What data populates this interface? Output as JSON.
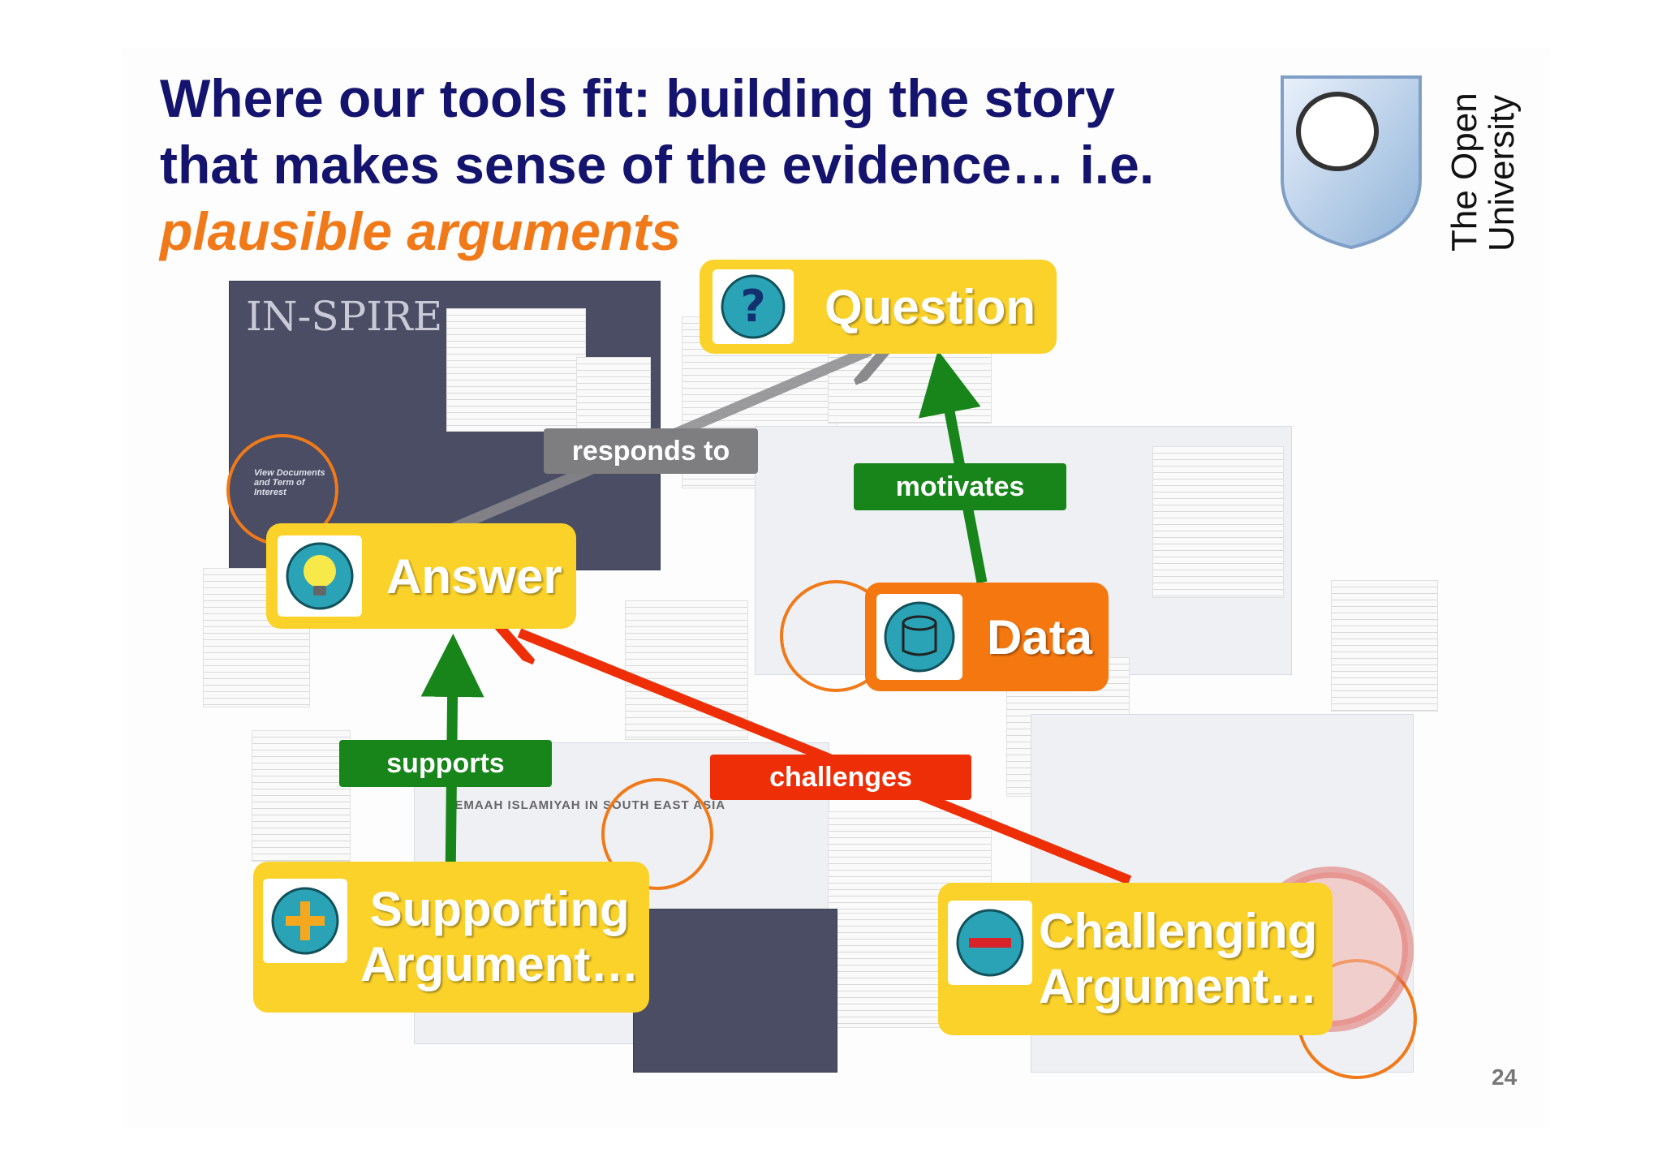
{
  "title": {
    "line1": "Where our tools fit: building the story",
    "line2": "that makes sense of the evidence… i.e.",
    "line3": "plausible arguments"
  },
  "logo": {
    "name_line1": "The Open",
    "name_line2": "University"
  },
  "nodes": {
    "question": {
      "label": "Question",
      "icon": "question-mark-icon"
    },
    "answer": {
      "label": "Answer",
      "icon": "lightbulb-icon"
    },
    "data": {
      "label": "Data",
      "icon": "database-icon"
    },
    "supporting": {
      "line1": "Supporting",
      "line2": "Argument…",
      "icon": "plus-icon"
    },
    "challenging": {
      "line1": "Challenging",
      "line2": "Argument…",
      "icon": "minus-icon"
    }
  },
  "edges": {
    "responds_to": "responds to",
    "motivates": "motivates",
    "supports": "supports",
    "challenges": "challenges"
  },
  "background": {
    "inspire_label": "IN-SPIRE",
    "map_label": "JEMAAH ISLAMIYAH IN SOUTH EAST ASIA",
    "view_docs": "View Documents and Term of Interest"
  },
  "page_number": "24",
  "colors": {
    "title": "#14146e",
    "accent": "#f07a1a",
    "node_yellow": "#fbd22a",
    "node_orange": "#f5770f",
    "edge_green": "#17851a",
    "edge_grey": "#7e7e80",
    "edge_red": "#ee2e07"
  }
}
